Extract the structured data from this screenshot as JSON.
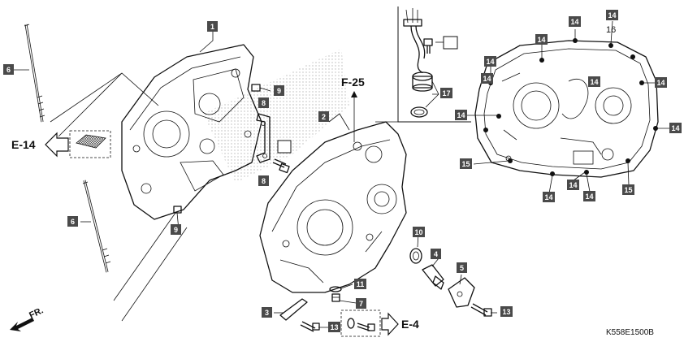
{
  "diagram_code": "K558E1500B",
  "callouts": [
    {
      "id": "c1",
      "text": "1"
    },
    {
      "id": "c2",
      "text": "2"
    },
    {
      "id": "c3",
      "text": "3"
    },
    {
      "id": "c4",
      "text": "4"
    },
    {
      "id": "c5",
      "text": "5"
    },
    {
      "id": "c6a",
      "text": "6"
    },
    {
      "id": "c6b",
      "text": "6"
    },
    {
      "id": "c7",
      "text": "7"
    },
    {
      "id": "c8a",
      "text": "8"
    },
    {
      "id": "c8b",
      "text": "8"
    },
    {
      "id": "c9a",
      "text": "9"
    },
    {
      "id": "c9b",
      "text": "9"
    },
    {
      "id": "c10",
      "text": "10"
    },
    {
      "id": "c11",
      "text": "11"
    },
    {
      "id": "c13a",
      "text": "13"
    },
    {
      "id": "c13b",
      "text": "13"
    },
    {
      "id": "c14a",
      "text": "14"
    },
    {
      "id": "c14b",
      "text": "14"
    },
    {
      "id": "c14c",
      "text": "14"
    },
    {
      "id": "c14d",
      "text": "14"
    },
    {
      "id": "c14e",
      "text": "14"
    },
    {
      "id": "c14f",
      "text": "14"
    },
    {
      "id": "c14g",
      "text": "14"
    },
    {
      "id": "c14h",
      "text": "14"
    },
    {
      "id": "c14i",
      "text": "14"
    },
    {
      "id": "c14j",
      "text": "14"
    },
    {
      "id": "c14k",
      "text": "14"
    },
    {
      "id": "c14l",
      "text": "14"
    },
    {
      "id": "c15a",
      "text": "15"
    },
    {
      "id": "c15b",
      "text": "15"
    },
    {
      "id": "c17",
      "text": "17"
    }
  ],
  "plain_labels": {
    "n16": "16"
  },
  "references": {
    "e14": "E-14",
    "e4": "E-4",
    "f25": "F-25",
    "fr": "FR."
  }
}
